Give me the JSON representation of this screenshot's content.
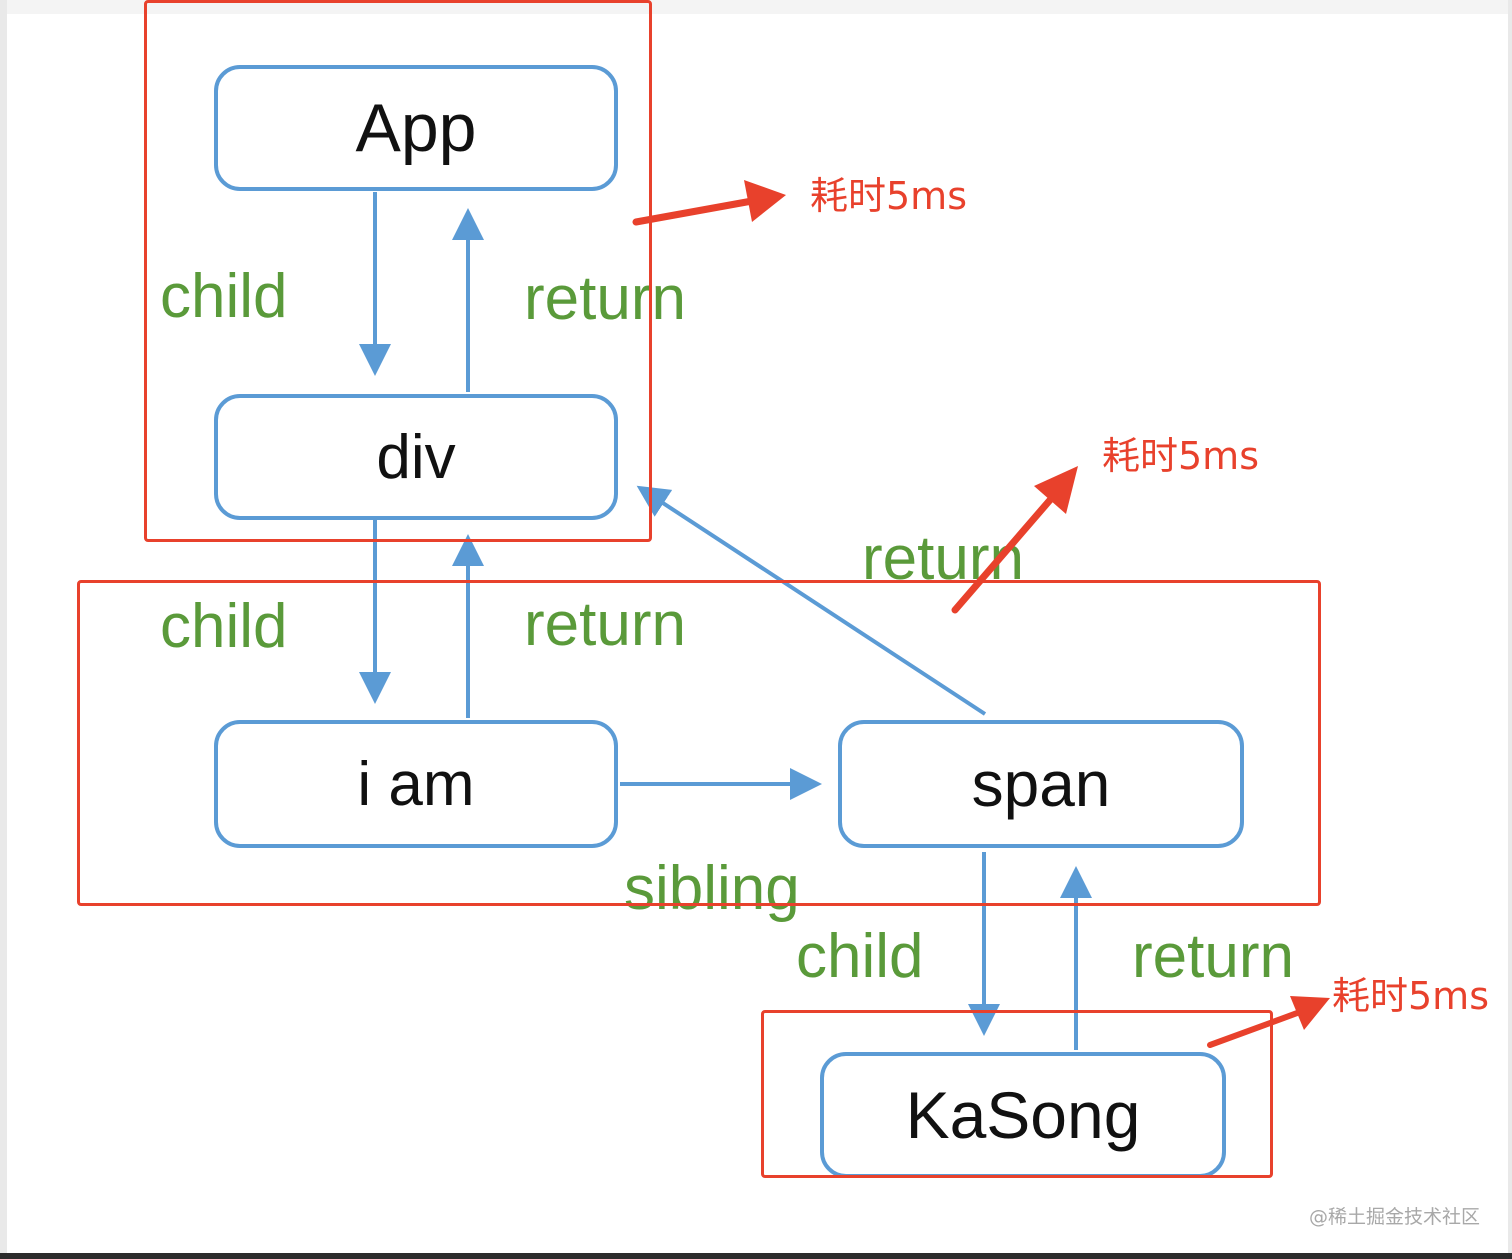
{
  "nodes": {
    "app": "App",
    "div": "div",
    "iam": "i am",
    "span": "span",
    "kasong": "KaSong"
  },
  "edge_labels": {
    "child": "child",
    "return": "return",
    "sibling": "sibling"
  },
  "notes": {
    "cost": "耗时5ms"
  },
  "watermark": "@稀土掘金技术社区",
  "colors": {
    "node_border": "#5b9bd5",
    "edge_label": "#5a9a3a",
    "highlight": "#e8412c"
  }
}
